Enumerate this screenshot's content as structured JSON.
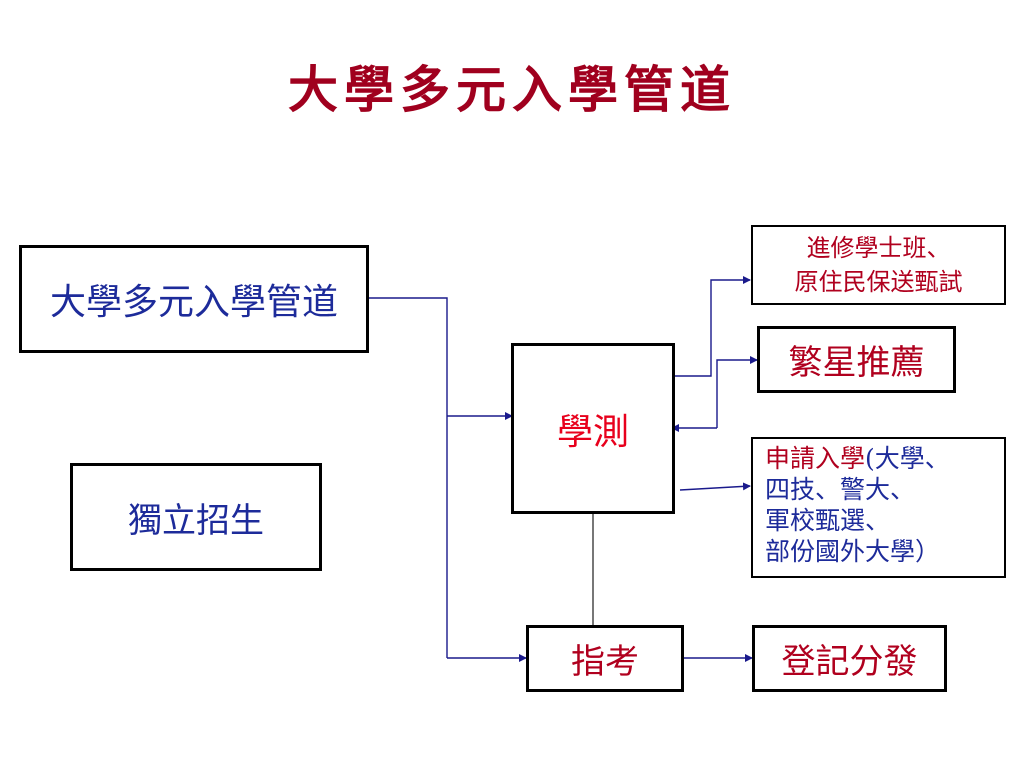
{
  "title": "大學多元入學管道",
  "nodes": {
    "pathways": "大學多元入學管道",
    "independent": "獨立招生",
    "xuece": "學測",
    "zhikao": "指考",
    "jinxiu_line1": "進修學士班、",
    "jinxiu_line2": "原住民保送甄試",
    "fanxing": "繁星推薦",
    "apply_head": "申請入學",
    "apply_rest1": "(大學、",
    "apply_line2": "四技、警大、",
    "apply_line3": "軍校甄選、",
    "apply_line4": "部份國外大學）",
    "register": "登記分發"
  },
  "colors": {
    "title": "#a0001e",
    "blue_text": "#1d2b9a",
    "red_text": "#b0001e",
    "bright_red_text": "#e8001c",
    "arrow_blue": "#1a1a8c",
    "connector_gray": "#777777"
  }
}
